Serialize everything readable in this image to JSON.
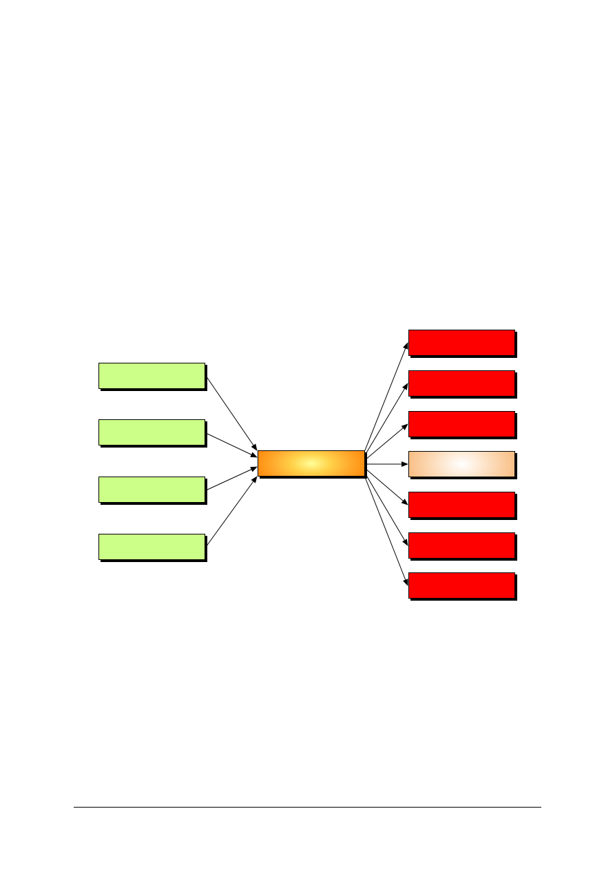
{
  "diagram": {
    "colors": {
      "input": "#ccff88",
      "output": "#ff0000",
      "output_highlight_center": "#ffffff",
      "output_highlight_edge": "#f9c088",
      "center_core": "#ffff99",
      "center_edge": "#ff8000",
      "connector": "#000000"
    },
    "inputs": [
      {
        "id": "input-1",
        "label": ""
      },
      {
        "id": "input-2",
        "label": ""
      },
      {
        "id": "input-3",
        "label": ""
      },
      {
        "id": "input-4",
        "label": ""
      }
    ],
    "center": {
      "id": "center",
      "label": ""
    },
    "outputs": [
      {
        "id": "output-1",
        "label": "",
        "highlight": false
      },
      {
        "id": "output-2",
        "label": "",
        "highlight": false
      },
      {
        "id": "output-3",
        "label": "",
        "highlight": false
      },
      {
        "id": "output-4",
        "label": "",
        "highlight": true
      },
      {
        "id": "output-5",
        "label": "",
        "highlight": false
      },
      {
        "id": "output-6",
        "label": "",
        "highlight": false
      },
      {
        "id": "output-7",
        "label": "",
        "highlight": false
      }
    ]
  }
}
